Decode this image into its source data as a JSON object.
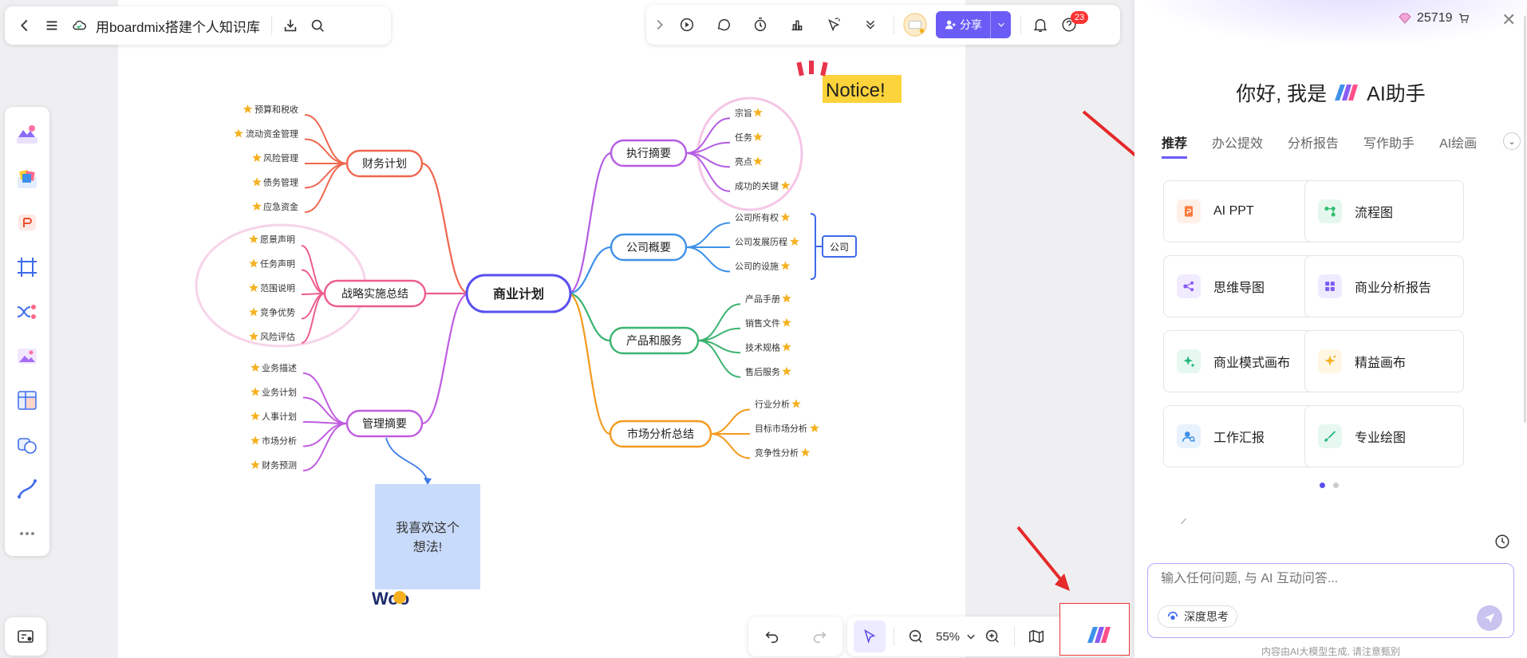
{
  "header": {
    "doc_title": "用boardmix搭建个人知识库",
    "share_label": "分享",
    "notification_count": "23"
  },
  "mindmap": {
    "center": "商业计划",
    "left_branches": [
      {
        "label": "财务计划",
        "color": "#f0664f",
        "items": [
          "预算和税收",
          "流动资金管理",
          "风险管理",
          "债务管理",
          "应急资金"
        ]
      },
      {
        "label": "战略实施总结",
        "color": "#ee5d8e",
        "items": [
          "愿景声明",
          "任务声明",
          "范围说明",
          "竞争优势",
          "风险评估"
        ]
      },
      {
        "label": "管理摘要",
        "color": "#c05ce0",
        "items": [
          "业务描述",
          "业务计划",
          "人事计划",
          "市场分析",
          "财务预测"
        ]
      }
    ],
    "right_branches": [
      {
        "label": "执行摘要",
        "color": "#b45be4",
        "items": [
          "宗旨",
          "任务",
          "亮点",
          "成功的关键"
        ]
      },
      {
        "label": "公司概要",
        "color": "#3e91e8",
        "items": [
          "公司所有权",
          "公司发展历程",
          "公司的设施"
        ]
      },
      {
        "label": "产品和服务",
        "color": "#3cb371",
        "items": [
          "产品手册",
          "销售文件",
          "技术规格",
          "售后服务"
        ]
      },
      {
        "label": "市场分析总结",
        "color": "#f39a1e",
        "items": [
          "行业分析",
          "目标市场分析",
          "竞争性分析"
        ]
      }
    ],
    "summary_label": "公司",
    "sticky_note": "我喜欢这个想法!",
    "notice": "Notice!",
    "woo": "Woo"
  },
  "zoom": {
    "value": "55%"
  },
  "ai_panel": {
    "credits": "25719",
    "greeting_prefix": "你好, 我是",
    "greeting_suffix": "AI助手",
    "tabs": [
      "推荐",
      "办公提效",
      "分析报告",
      "写作助手",
      "AI绘画"
    ],
    "cards": [
      {
        "label": "AI PPT",
        "icon": "ppt-icon",
        "color": "#ff7a3d",
        "bg": "#fff0e8"
      },
      {
        "label": "流程图",
        "icon": "flowchart-icon",
        "color": "#2fbf71",
        "bg": "#e6f8ee"
      },
      {
        "label": "思维导图",
        "icon": "mindmap-icon",
        "color": "#8b5cf6",
        "bg": "#f1ebff"
      },
      {
        "label": "商业分析报告",
        "icon": "report-icon",
        "color": "#7c5cf6",
        "bg": "#efebff"
      },
      {
        "label": "商业模式画布",
        "icon": "sparkle-icon",
        "color": "#22b67a",
        "bg": "#e6f8f0"
      },
      {
        "label": "精益画布",
        "icon": "star-sparkle-icon",
        "color": "#f5b120",
        "bg": "#fff7e3"
      },
      {
        "label": "工作汇报",
        "icon": "user-search-icon",
        "color": "#3e91e8",
        "bg": "#e8f2fe"
      },
      {
        "label": "专业绘图",
        "icon": "brush-icon",
        "color": "#22b67a",
        "bg": "#e6f8f0"
      }
    ],
    "input_placeholder": "输入任何问题, 与 AI 互动问答...",
    "deep_think_label": "深度思考",
    "footer_note": "内容由AI大模型生成, 请注意甄别"
  }
}
